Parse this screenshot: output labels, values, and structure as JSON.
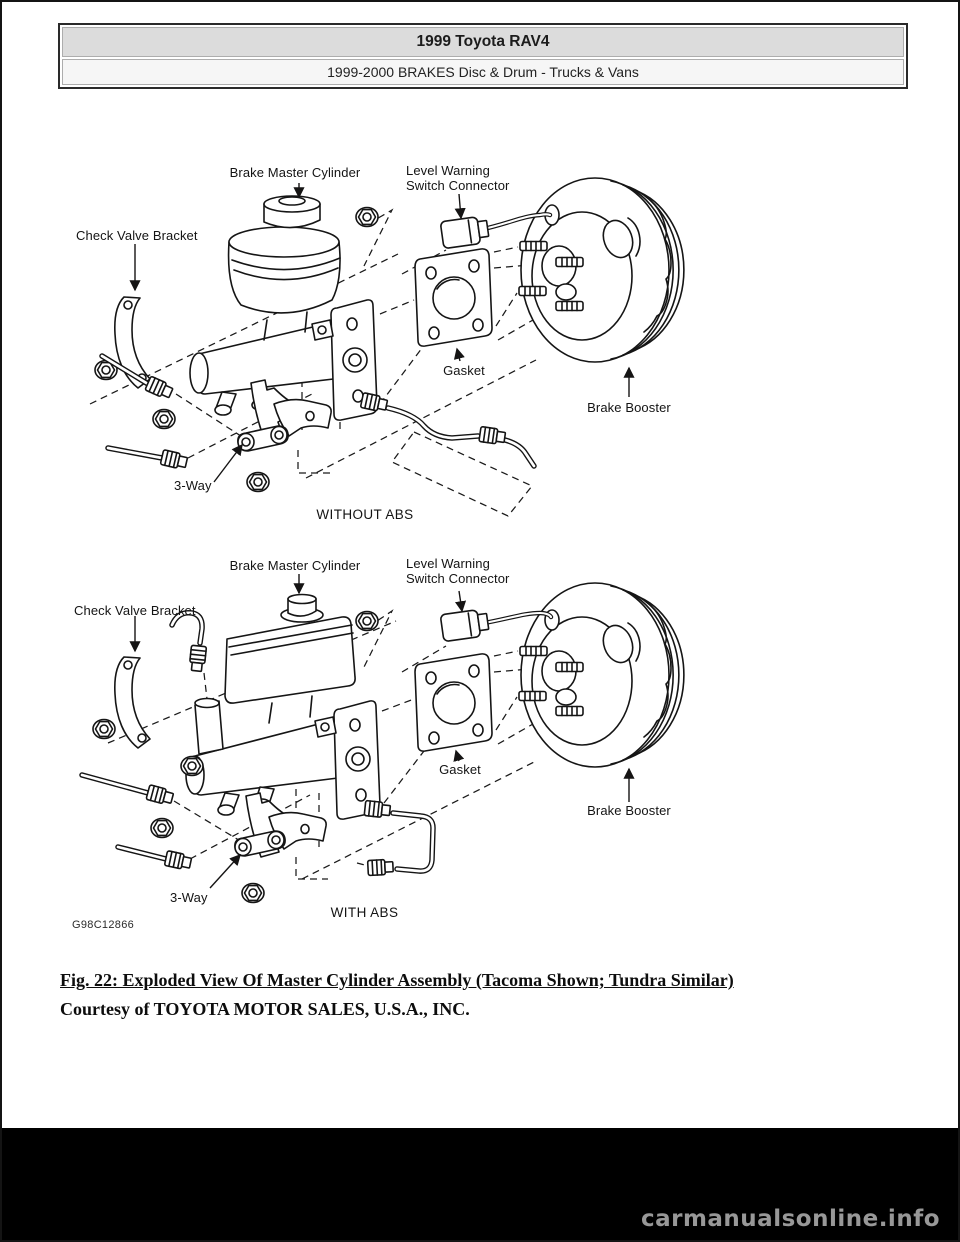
{
  "header": {
    "title": "1999 Toyota RAV4",
    "subtitle": "1999-2000 BRAKES Disc & Drum - Trucks & Vans"
  },
  "diagrams": [
    {
      "name": "master-cylinder-exploded-without-abs",
      "variant_label": "WITHOUT ABS",
      "labels": {
        "check_valve_bracket": "Check Valve Bracket",
        "brake_master_cylinder": "Brake Master Cylinder",
        "level_warning_switch_connector": "Level Warning\nSwitch Connector",
        "gasket": "Gasket",
        "brake_booster": "Brake Booster",
        "three_way": "3-Way"
      }
    },
    {
      "name": "master-cylinder-exploded-with-abs",
      "variant_label": "WITH ABS",
      "drawing_code": "G98C12866",
      "labels": {
        "check_valve_bracket": "Check Valve Bracket",
        "brake_master_cylinder": "Brake Master Cylinder",
        "level_warning_switch_connector": "Level Warning\nSwitch Connector",
        "gasket": "Gasket",
        "brake_booster": "Brake Booster",
        "three_way": "3-Way"
      }
    }
  ],
  "caption": {
    "line1": "Fig. 22: Exploded View Of Master Cylinder Assembly (Tacoma Shown; Tundra Similar)",
    "line2": "Courtesy of TOYOTA MOTOR SALES, U.S.A., INC."
  },
  "footer": {
    "watermark": "carmanualsonline.info"
  }
}
